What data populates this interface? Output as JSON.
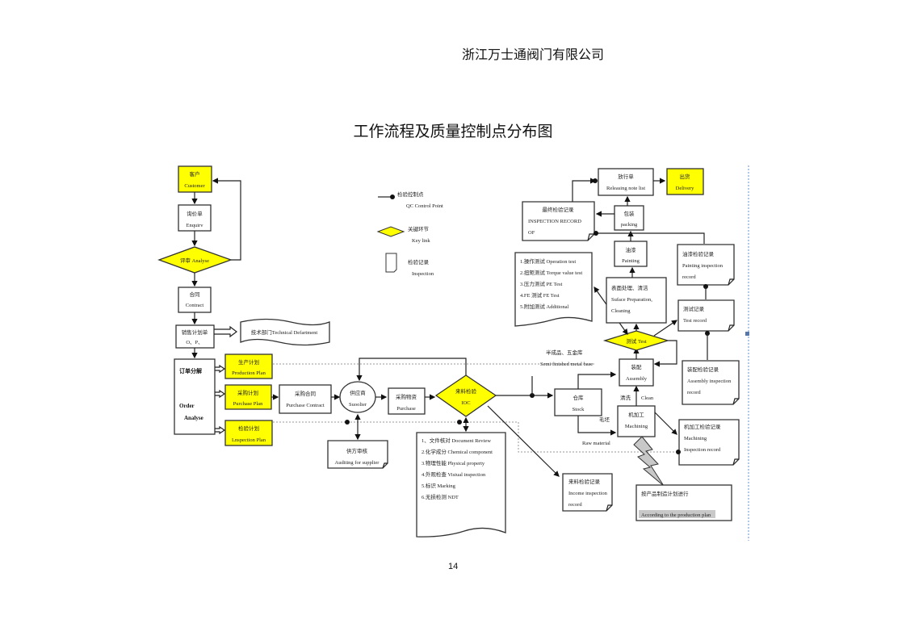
{
  "header": {
    "company": "浙江万士通阀门有限公司"
  },
  "document": {
    "title": "工作流程及质量控制点分布图",
    "page_number": "14"
  },
  "legend": {
    "qc_point": {
      "cn": "检验控制点",
      "en": "QC Control Point"
    },
    "key_link": {
      "cn": "关键环节",
      "en": "Key link"
    },
    "inspection": {
      "cn": "检验记录",
      "en": "Inspection"
    }
  },
  "nodes": {
    "customer": {
      "cn": "客户",
      "en": "Customer"
    },
    "enquiry": {
      "cn": "询价单",
      "en": "Enquirv"
    },
    "analyse": {
      "cn": "评审",
      "en": "Analyse"
    },
    "contract": {
      "cn": "合同",
      "en": "Contract"
    },
    "sales_plan": {
      "cn": "销售计划单",
      "en": "O、P、"
    },
    "tech_dept": {
      "cn": "技术部门",
      "en": "Technical Defartment"
    },
    "order_analyse": {
      "cn": "订单分解",
      "en1": "Order",
      "en2": "Analyse"
    },
    "production_plan": {
      "cn": "生产计划",
      "en": "Production Plan"
    },
    "purchase_plan": {
      "cn": "采购计划",
      "en": "Purchase Plan"
    },
    "inspection_plan": {
      "cn": "检验计划",
      "en": "Lnspection Plan"
    },
    "purchase_contract": {
      "cn": "采购合同",
      "en": "Purchase Contract"
    },
    "supplier": {
      "cn": "供应商",
      "en": "Suoolier"
    },
    "auditing": {
      "cn": "供方审核",
      "en": "Auditing for supplier"
    },
    "purchase": {
      "cn": "采购物资",
      "en": "Purchase"
    },
    "ioc": {
      "cn": "来料检验",
      "en": "IOC"
    },
    "ioc_checklist": [
      "1、文件核对 Document   Review",
      "2.化学成分 Chemical component",
      "3.物理性能 Physical property",
      "4.外观检查 Visiual inspection",
      "5.标识         Marking",
      "6.无损检测 NDT"
    ],
    "income_record": {
      "cn": "来料检验记录",
      "en1": "Income inspection",
      "en2": "record"
    },
    "semi_finished": {
      "cn": "半成品、五金库",
      "en": "Semi finished metal base"
    },
    "stock": {
      "cn": "仓库",
      "en": "Stock"
    },
    "raw_material": {
      "cn": "毛坯",
      "en": "Raw material"
    },
    "machining": {
      "cn": "机加工",
      "en": "Machining"
    },
    "clean": {
      "cn": "清洗",
      "en": "Clean"
    },
    "assembly": {
      "cn": "装配",
      "en": "Assembly"
    },
    "test": {
      "cn": "测试",
      "en": "Test"
    },
    "test_checklist": [
      "1.操作测试  Operation test",
      "2.扭矩测试  Torque value test",
      "3.压力测试  PE Test",
      "4.FE 测试    FE Test",
      "5.附加测试  Additional"
    ],
    "surface_prep": {
      "cn": "表面处理、清洁",
      "en1": "Suface Preparation,",
      "en2": "Cleaning"
    },
    "painting": {
      "cn": "油漆",
      "en": "Painting"
    },
    "packing": {
      "cn": "包装",
      "en": "packing"
    },
    "releasing": {
      "cn": "放行单",
      "en": "Releasing note list"
    },
    "delivery": {
      "cn": "出货",
      "en": "Delivery"
    },
    "final_record": {
      "cn": "最终检验记录",
      "en1": "INSPECTION    RECORD",
      "en2": "OF"
    },
    "painting_record": {
      "cn": "油漆检验记录",
      "en1": "Painting inspection",
      "en2": "record"
    },
    "test_record": {
      "cn": "测试记录",
      "en": "Test record"
    },
    "assembly_record": {
      "cn": "装配检验记录",
      "en1": "Assembly inspection",
      "en2": "record"
    },
    "machining_record": {
      "cn": "机加工检验记录",
      "en1": "Machining",
      "en2": "Inspection record"
    },
    "production_note": {
      "cn": "按产品制造计划进行",
      "en": "According to the production plan"
    }
  },
  "colors": {
    "key_link": "#ffff00",
    "highlight": "#c8c8c8",
    "guide_line": "#6a8fc8"
  }
}
